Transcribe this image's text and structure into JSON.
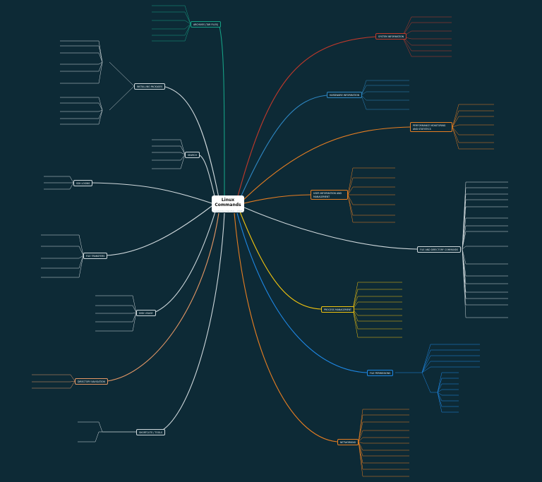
{
  "root": {
    "title": "Linux Commands",
    "subtitle": "created by [handle] • 2023"
  },
  "colors": {
    "background": "#0d2a36",
    "system_information": "#c0392b",
    "hardware_information": "#2e86c1",
    "performance": "#e67e22",
    "user_info": "#e67e22",
    "file_directory": "#cfd8dc",
    "process": "#f1c40f",
    "permissions": "#1e88e5",
    "networking": "#e67e22",
    "archives": "#16a085",
    "packages": "#cfd8dc",
    "search": "#cfd8dc",
    "ssh": "#cfd8dc",
    "transfers": "#cfd8dc",
    "disk": "#cfd8dc",
    "navigation": "#e59866",
    "shortcuts": "#cfd8dc"
  },
  "topics": {
    "system_information": "SYSTEM INFORMATION",
    "hardware_information": "HARDWARE INFORMATION",
    "performance": "PERFORMANCE MONITORING AND STATISTICS",
    "user_info": "USER INFORMATION AND MANAGEMENT",
    "file_directory": "FILE AND DIRECTORY COMMANDS",
    "process": "PROCESS MANAGEMENT",
    "permissions": "FILE PERMISSIONS",
    "networking": "NETWORKING",
    "archives": "ARCHIVES (TAR FILES)",
    "packages": "INSTALLING PACKAGES",
    "search": "SEARCH",
    "ssh": "SSH LOGINS",
    "transfers": "FILE TRANSFERS",
    "disk": "DISK USAGE",
    "navigation": "DIRECTORY NAVIGATION",
    "shortcuts": "SHORTCUTS / TOOLS"
  }
}
